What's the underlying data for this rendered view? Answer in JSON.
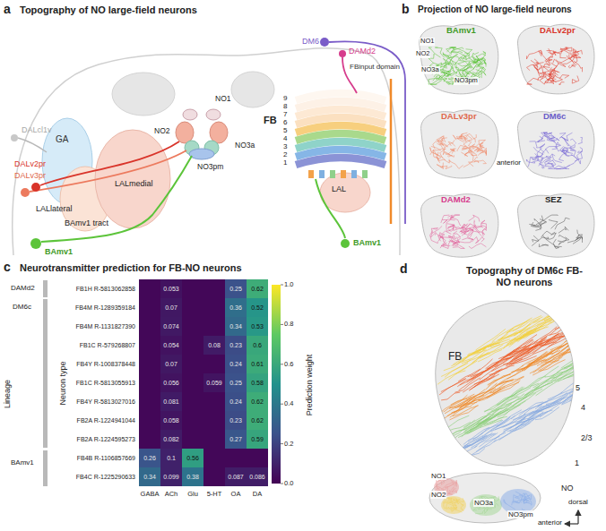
{
  "diagram": {
    "nodes": [
      {
        "text": [
          "BAmv1",
          "NO1",
          "NO2",
          "NO3a",
          "NO3pm"
        ]
      },
      {
        "text": [
          "DALv2pr"
        ]
      },
      {
        "text": [
          "DALv3pr"
        ]
      },
      {
        "text": [
          "DM6c"
        ]
      },
      {
        "text": [
          "DAMd2"
        ]
      },
      {
        "text": [
          "SEZ"
        ]
      },
      {
        "text": [
          "FB",
          "5",
          "4",
          "2/3",
          "1"
        ]
      },
      {
        "text": [
          "NO1",
          "NO2",
          "NO3a",
          "NO3pm",
          "NO"
        ]
      }
    ],
    "labels": [
      "a",
      "Topography of NO large-field neurons",
      "DALcl1v",
      "GA",
      "DALv2pr",
      "DALv3pr",
      "LALmedial",
      "LALlateral",
      "BAmv1 tract",
      "BAmv1",
      "NO1",
      "NO2",
      "NO3a",
      "NO3pm",
      "9",
      "8",
      "7",
      "6",
      "5",
      "4",
      "3",
      "2",
      "1",
      "FB",
      "DM6",
      "DAMd2",
      "FBinput domain",
      "LAL",
      "BAmv1",
      "b",
      "Projection of NO large-field neurons",
      "dorsal",
      "anterior",
      "c",
      "Neurotransmitter prediction for FB-NO neurons",
      "Lineage",
      "DAMd2",
      "DM6c",
      "BAmv1",
      "Neuron type",
      "FB1H R-5813062858",
      "FB4M R-1289359184",
      "FB4M R-1131827390",
      "FB1C R-579268807",
      "FB4Y R-1008378448",
      "FB1C R-5813055913",
      "FB4Y R-5813027016",
      "FB2A R-1224941044",
      "FB2A R-1224595273",
      "FB4B R-1106857669",
      "FB4C R-1225290633",
      "0.053",
      "0.25",
      "0.62",
      "0.07",
      "0.36",
      "0.52",
      "0.074",
      "0.34",
      "0.53",
      "0.054",
      "0.08",
      "0.23",
      "0.6",
      "0.07",
      "0.24",
      "0.61",
      "0.056",
      "0.059",
      "0.25",
      "0.58",
      "0.081",
      "0.24",
      "0.62",
      "0.058",
      "0.23",
      "0.62",
      "0.082",
      "0.27",
      "0.59",
      "0.26",
      "0.1",
      "0.56",
      "0.34",
      "0.099",
      "0.38",
      "0.087",
      "0.086",
      "GABA",
      "ACh",
      "Glu",
      "5-HT",
      "OA",
      "DA",
      "1.0",
      "0.8",
      "0.6",
      "0.4",
      "0.2",
      "0.0",
      "Prediction weight",
      "d",
      "Topography of DM6c FB-NO neurons",
      "dorsal",
      "anterior"
    ]
  }
}
